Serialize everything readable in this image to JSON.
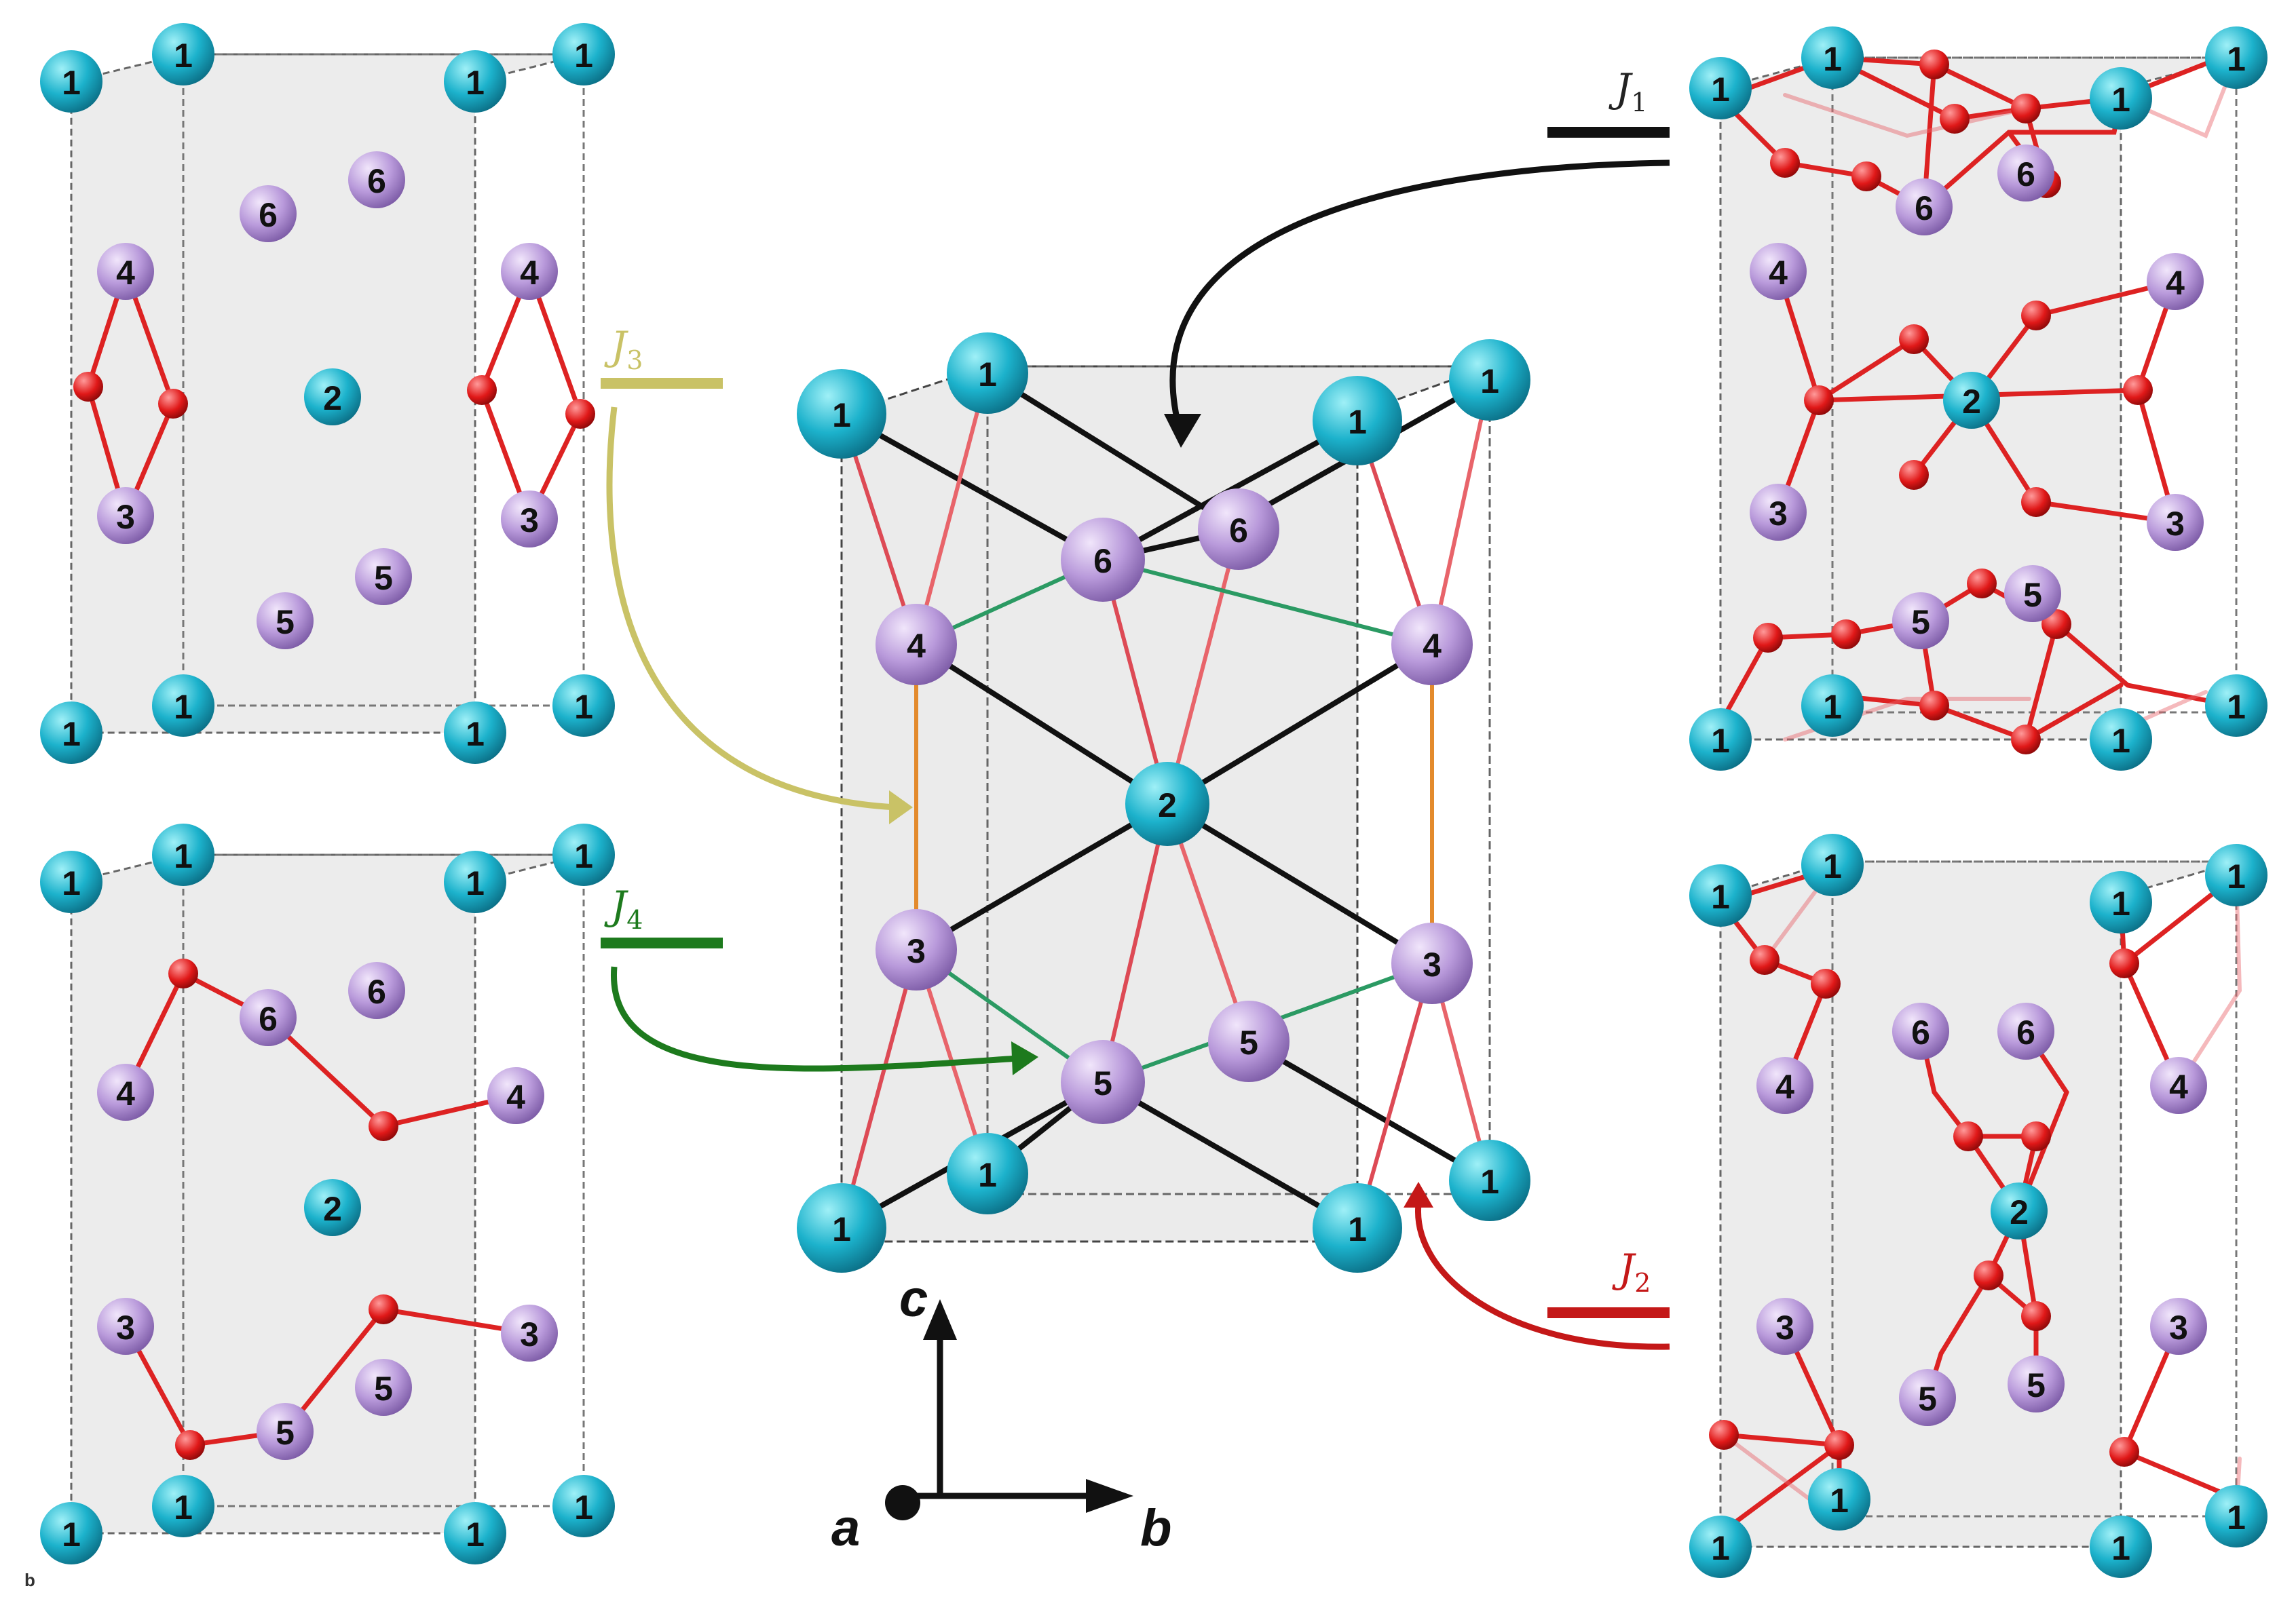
{
  "colors": {
    "copper_atom": "#1cb2cc",
    "copper_atom_highlight": "#9ff0f7",
    "zinc_atom": "#b99adb",
    "zinc_atom_highlight": "#f1e6fb",
    "oxygen_atom": "#e01818",
    "bond_red": "#dd2222",
    "bond_pink": "#e8646a",
    "bond_black": "#111111",
    "bond_green": "#2b9a63",
    "bond_orange": "#e38a2c",
    "j1_color": "#111111",
    "j2_color": "#c41818",
    "j3_color": "#c9c266",
    "j4_color": "#1d7a1d",
    "cell_fill": "#e4e4e4",
    "cell_edge": "#555555"
  },
  "atom_labels": {
    "site1": "1",
    "site2": "2",
    "site3": "3",
    "site4": "4",
    "site5": "5",
    "site6": "6"
  },
  "exchange_labels": {
    "j1": {
      "letter": "J",
      "sub": "1"
    },
    "j2": {
      "letter": "J",
      "sub": "2"
    },
    "j3": {
      "letter": "J",
      "sub": "3"
    },
    "j4": {
      "letter": "J",
      "sub": "4"
    }
  },
  "axes": {
    "c": "c",
    "a": "a",
    "b": "b"
  },
  "panel_letter": "b"
}
